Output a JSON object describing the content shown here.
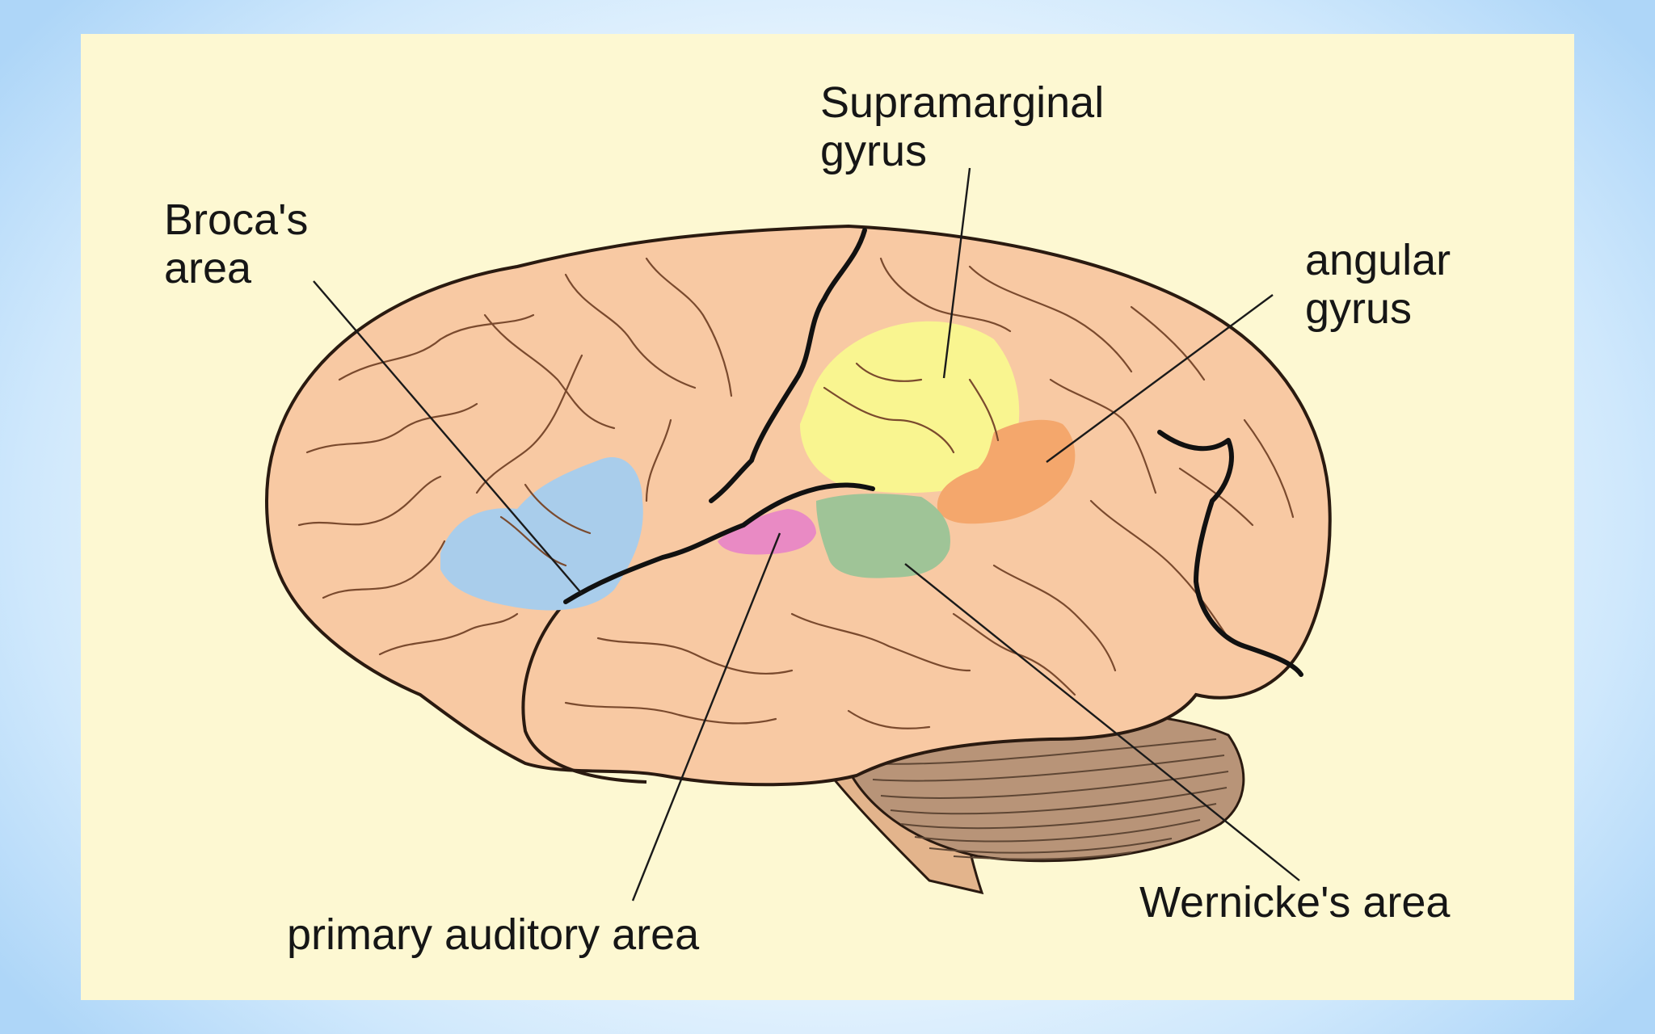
{
  "diagram": {
    "labels": {
      "supramarginal_line1": "Supramarginal",
      "supramarginal_line2": "gyrus",
      "broca_line1": "Broca's",
      "broca_line2": "area",
      "angular_line1": "angular",
      "angular_line2": "gyrus",
      "primary_auditory": "primary auditory area",
      "wernicke": "Wernicke's area"
    },
    "colors": {
      "panel_background": "#fdf8d2",
      "cortex": "#f8c9a3",
      "outline": "#2a1a10",
      "broca": "#a9cdeb",
      "supramarginal": "#f9f590",
      "angular": "#f4a76c",
      "wernicke": "#9fc497",
      "primary_auditory": "#e98ac4",
      "cerebellum": "#b89478",
      "brainstem": "#e3b48c"
    }
  }
}
